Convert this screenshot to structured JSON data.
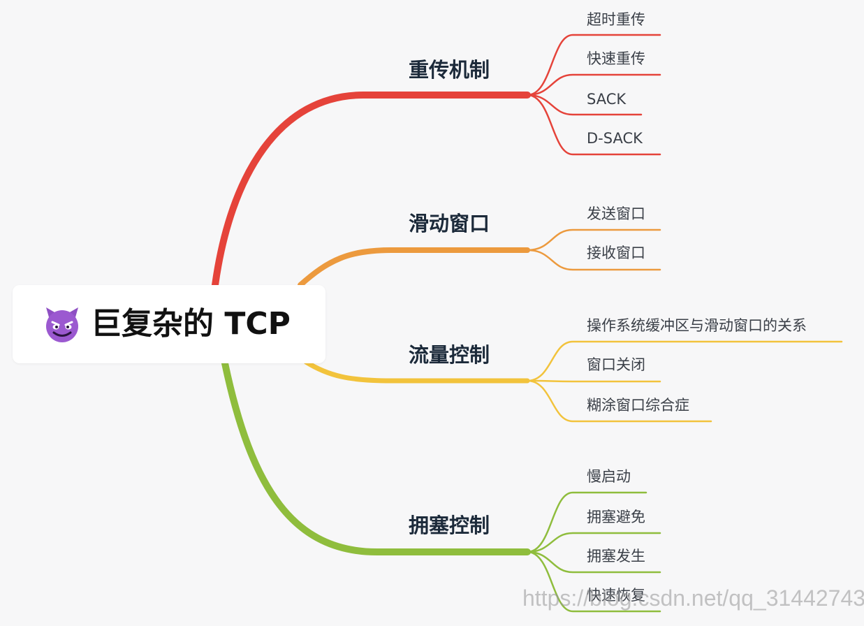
{
  "root": {
    "title": "巨复杂的 TCP",
    "icon": "devil-emoji-icon"
  },
  "branches": [
    {
      "label": "重传机制",
      "color": "#e5433a",
      "leaves": [
        "超时重传",
        "快速重传",
        "SACK",
        "D-SACK"
      ]
    },
    {
      "label": "滑动窗口",
      "color": "#ec9a3e",
      "leaves": [
        "发送窗口",
        "接收窗口"
      ]
    },
    {
      "label": "流量控制",
      "color": "#f2c33c",
      "leaves": [
        "操作系统缓冲区与滑动窗口的关系",
        "窗口关闭",
        "糊涂窗口综合症"
      ]
    },
    {
      "label": "拥塞控制",
      "color": "#8fbd3d",
      "leaves": [
        "慢启动",
        "拥塞避免",
        "拥塞发生",
        "快速恢复"
      ]
    }
  ],
  "watermark": "https://blog.csdn.net/qq_31442743"
}
